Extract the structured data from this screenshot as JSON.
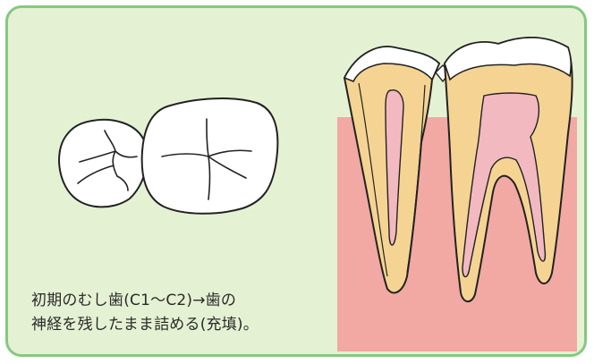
{
  "caption": {
    "line1": "初期のむし歯(C1〜C2)→歯の",
    "line2": "神経を残したまま詰める(充填)。"
  },
  "colors": {
    "background": "#e5f1d3",
    "border": "#86c882",
    "gum": "#f2a9a3",
    "dentin": "#f5d493",
    "pulp": "#f3b9c0",
    "enamel": "#ffffff",
    "outline": "#222222"
  },
  "icons": [
    "occlusal-molar-pair",
    "molar-cross-section"
  ]
}
